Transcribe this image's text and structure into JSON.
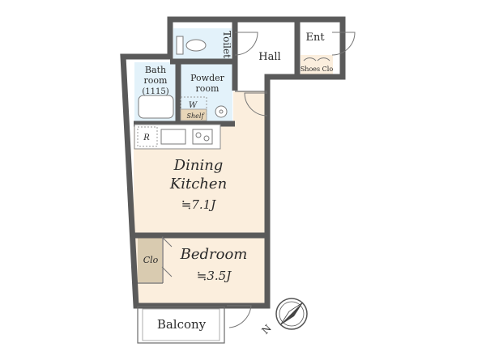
{
  "rooms": {
    "toilet": "Toilet",
    "hall": "Hall",
    "entrance": "Ent",
    "shoes_closet": "Shoes Clo",
    "bath_line1": "Bath",
    "bath_line2": "room",
    "bath_line3": "(1115)",
    "powder_line1": "Powder",
    "powder_line2": "room",
    "washer": "W",
    "shelf": "Shelf",
    "refrigerator": "R",
    "dining_line1": "Dining",
    "dining_line2": "Kitchen",
    "dining_area": "≒7.1J",
    "bedroom": "Bedroom",
    "bedroom_area": "≒3.5J",
    "closet": "Clo",
    "balcony": "Balcony"
  },
  "compass": {
    "label": "N"
  },
  "colors": {
    "wood_floor": "#fbeedd",
    "wet_floor": "#e3f2fa",
    "closet_fill": "#d9cbb0",
    "wall": "#5a5a5a"
  },
  "icons": [
    "toilet-icon",
    "bathtub-icon",
    "sink-icon",
    "stove-icon",
    "compass-icon",
    "door-swing-icon"
  ]
}
